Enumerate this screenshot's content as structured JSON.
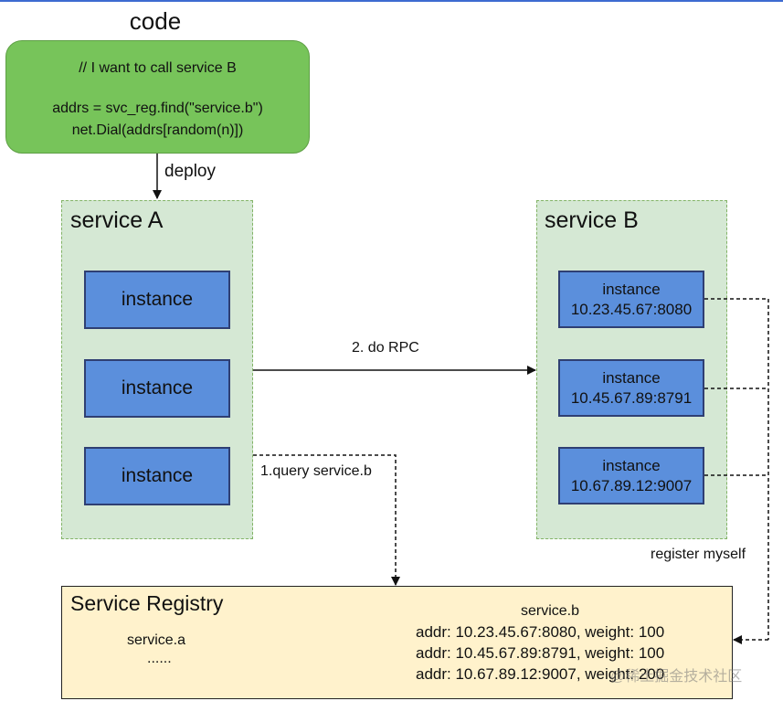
{
  "code": {
    "title": "code",
    "line1": "// I want to call service B",
    "line2": "addrs = svc_reg.find(\"service.b\")",
    "line3": "net.Dial(addrs[random(n)])"
  },
  "labels": {
    "deploy": "deploy",
    "do_rpc": "2. do RPC",
    "query": "1.query service.b",
    "register": "register myself"
  },
  "service_a": {
    "title": "service A",
    "instances": [
      "instance",
      "instance",
      "instance"
    ]
  },
  "service_b": {
    "title": "service B",
    "instances": [
      {
        "label": "instance",
        "addr": "10.23.45.67:8080"
      },
      {
        "label": "instance",
        "addr": "10.45.67.89:8791"
      },
      {
        "label": "instance",
        "addr": "10.67.89.12:9007"
      }
    ]
  },
  "registry": {
    "title": "Service Registry",
    "service_a": "service.a",
    "ellipsis": "......",
    "service_b": "service.b",
    "entries": [
      "addr: 10.23.45.67:8080, weight: 100",
      "addr: 10.45.67.89:8791, weight: 100",
      "addr: 10.67.89.12:9007, weight: 200"
    ]
  },
  "watermark": "@稀土掘金技术社区",
  "colors": {
    "code_box": "#77c45a",
    "service_bg": "#d5e8d4",
    "instance": "#5b8fdc",
    "registry_bg": "#fff2cc"
  }
}
